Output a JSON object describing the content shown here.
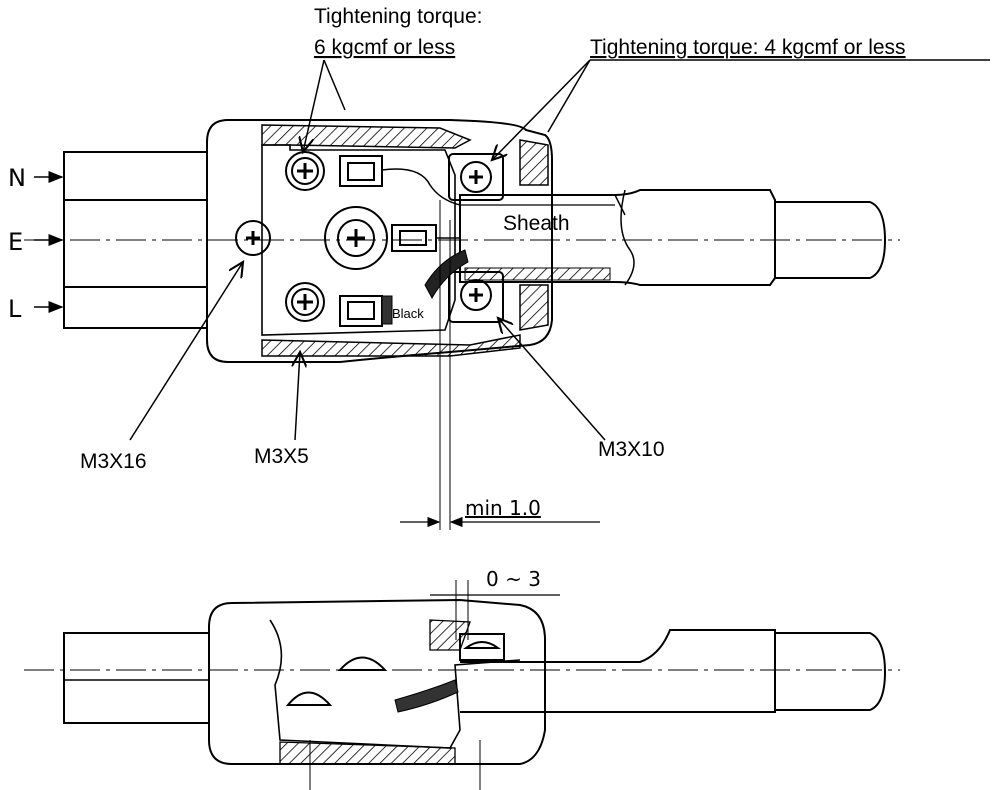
{
  "labels": {
    "torque_left_line1": "Tightening torque:",
    "torque_left_line2": "6 kgcmf or less",
    "torque_right": "Tightening torque: 4 kgcmf or less",
    "pin_n": "N",
    "pin_e": "E",
    "pin_l": "L",
    "sheath": "Sheath",
    "black": "Black",
    "screw_m3x16": "M3X16",
    "screw_m3x5": "M3X5",
    "screw_m3x10": "M3X10",
    "dim_min": "min 1.0",
    "dim_range": "0 ~ 3"
  },
  "colors": {
    "ink": "#000000",
    "paper": "#ffffff"
  }
}
